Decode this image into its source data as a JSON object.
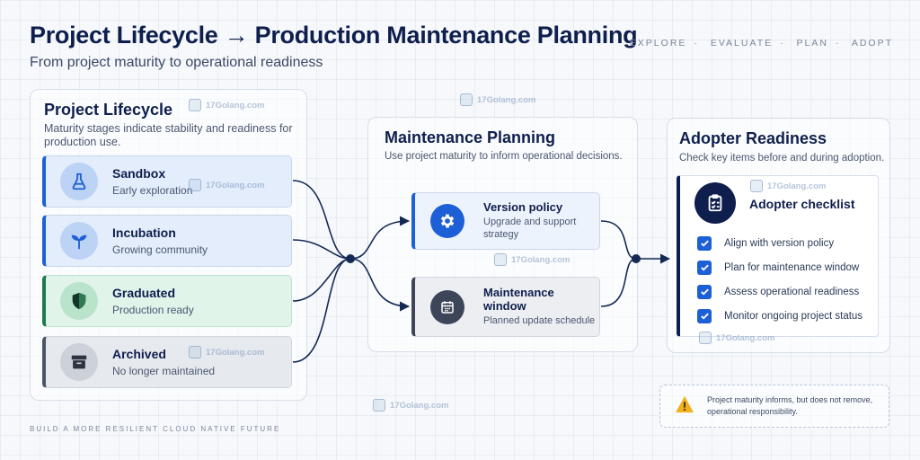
{
  "header": {
    "title": "Project Lifecycle → Production Maintenance Planning",
    "subtitle": "From project maturity to operational readiness",
    "steps": [
      "EXPLORE",
      "EVALUATE",
      "PLAN",
      "ADOPT"
    ]
  },
  "lifecycle": {
    "title": "Project Lifecycle",
    "description": "Maturity stages indicate stability and readiness for production use.",
    "stages": [
      {
        "name": "Sandbox",
        "subtitle": "Early exploration",
        "icon": "flask-icon",
        "accent": "#1d5fd6"
      },
      {
        "name": "Incubation",
        "subtitle": "Growing community",
        "icon": "sprout-icon",
        "accent": "#1d5fd6"
      },
      {
        "name": "Graduated",
        "subtitle": "Production ready",
        "icon": "shield-icon",
        "accent": "#1e7a4d"
      },
      {
        "name": "Archived",
        "subtitle": "No longer maintained",
        "icon": "archive-box-icon",
        "accent": "#4a5568"
      }
    ]
  },
  "maintenance": {
    "title": "Maintenance Planning",
    "description": "Use project maturity to inform operational decisions.",
    "items": [
      {
        "name": "Version policy",
        "subtitle": "Upgrade and support strategy",
        "icon": "gear-icon"
      },
      {
        "name": "Maintenance window",
        "subtitle": "Planned update schedule",
        "icon": "calendar-icon"
      }
    ]
  },
  "adopter": {
    "title": "Adopter Readiness",
    "description": "Check key items before and during adoption.",
    "checklist_title": "Adopter checklist",
    "checklist": [
      "Align with version policy",
      "Plan for maintenance window",
      "Assess operational readiness",
      "Monitor ongoing project status"
    ]
  },
  "note": {
    "text": "Project maturity informs, but does not remove, operational responsibility.",
    "icon": "warning-icon"
  },
  "footer": "BUILD A MORE RESILIENT CLOUD NATIVE FUTURE",
  "watermark": "17Golang.com"
}
